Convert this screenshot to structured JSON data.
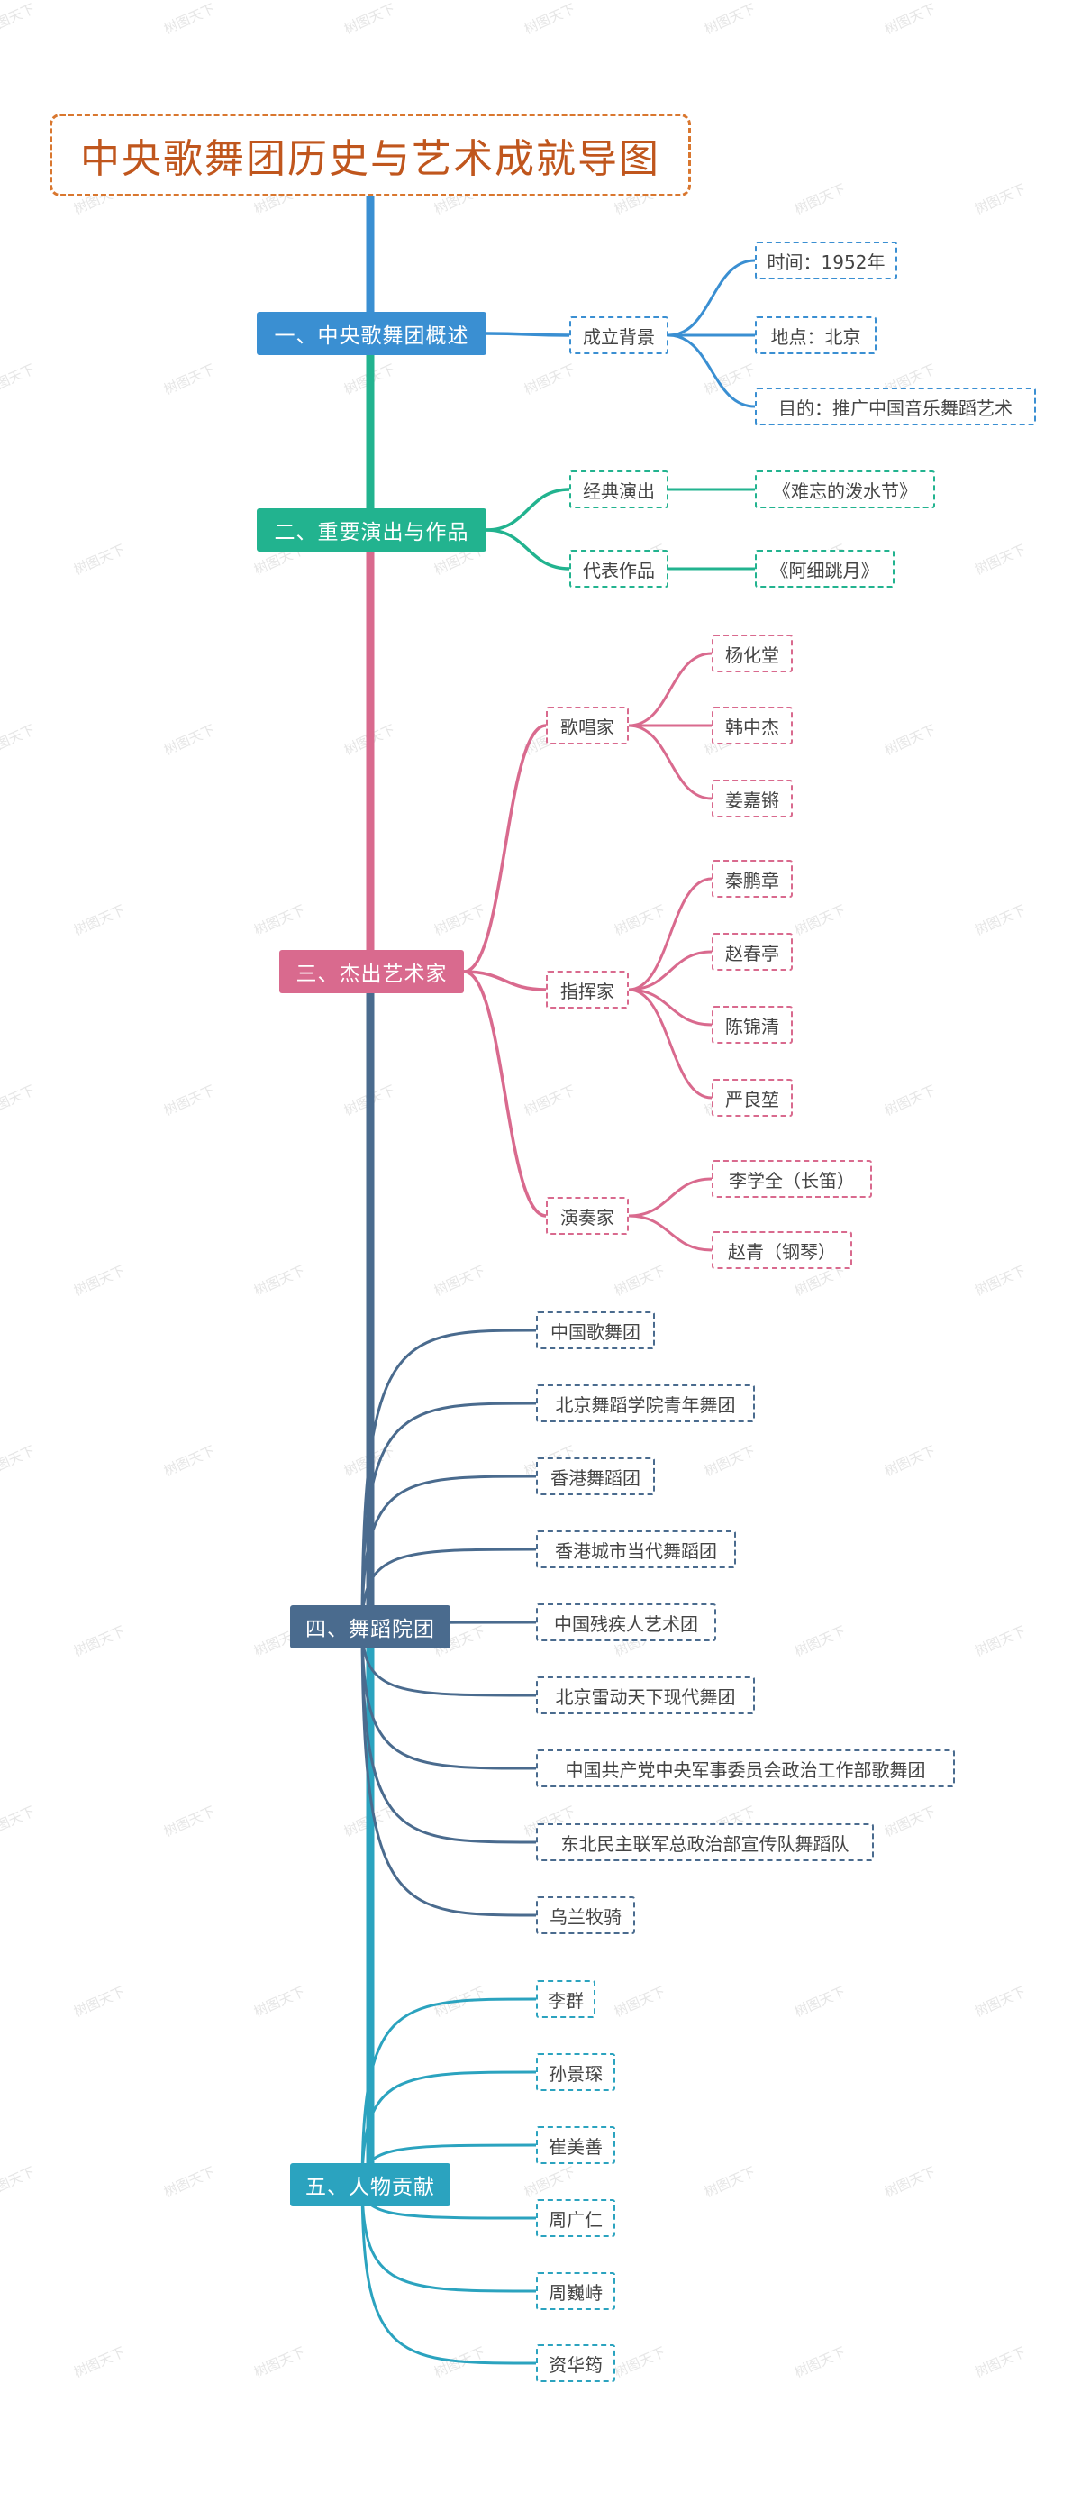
{
  "title": "中央歌舞团历史与艺术成就导图",
  "colors": {
    "title": "#d9772f",
    "b1": "#3a8fd2",
    "b2": "#22b38f",
    "b3": "#d96a8e",
    "b4": "#4a6b8e",
    "b5": "#2ba3bf"
  },
  "branches": [
    {
      "label": "一、中央歌舞团概述",
      "groups": [
        {
          "label": "成立背景",
          "items": [
            "时间：1952年",
            "地点：北京",
            "目的：推广中国音乐舞蹈艺术"
          ]
        }
      ]
    },
    {
      "label": "二、重要演出与作品",
      "groups": [
        {
          "label": "经典演出",
          "items": [
            "《难忘的泼水节》"
          ]
        },
        {
          "label": "代表作品",
          "items": [
            "《阿细跳月》"
          ]
        }
      ]
    },
    {
      "label": "三、杰出艺术家",
      "groups": [
        {
          "label": "歌唱家",
          "items": [
            "杨化堂",
            "韩中杰",
            "姜嘉锵"
          ]
        },
        {
          "label": "指挥家",
          "items": [
            "秦鹏章",
            "赵春亭",
            "陈锦清",
            "严良堃"
          ]
        },
        {
          "label": "演奏家",
          "items": [
            "李学全（长笛）",
            "赵青（钢琴）"
          ]
        }
      ]
    },
    {
      "label": "四、舞蹈院团",
      "items": [
        "中国歌舞团",
        "北京舞蹈学院青年舞团",
        "香港舞蹈团",
        "香港城市当代舞蹈团",
        "中国残疾人艺术团",
        "北京雷动天下现代舞团",
        "中国共产党中央军事委员会政治工作部歌舞团",
        "东北民主联军总政治部宣传队舞蹈队",
        "乌兰牧骑"
      ]
    },
    {
      "label": "五、人物贡献",
      "items": [
        "李群",
        "孙景琛",
        "崔美善",
        "周广仁",
        "周巍峙",
        "资华筠"
      ]
    }
  ],
  "watermark": "树图天下"
}
